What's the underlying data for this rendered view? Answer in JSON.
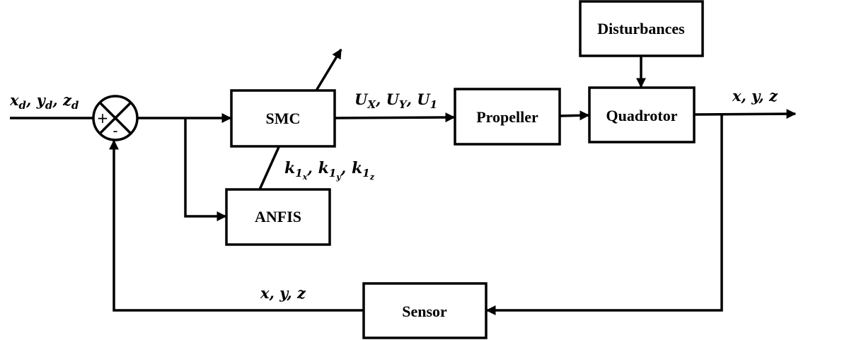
{
  "blocks": {
    "smc": "SMC",
    "anfis": "ANFIS",
    "propeller": "Propeller",
    "quadrotor": "Quadrotor",
    "disturbances": "Disturbances",
    "sensor": "Sensor"
  },
  "summing_junction": {
    "plus": "+",
    "minus": "-"
  },
  "signals": {
    "input": {
      "x": "x",
      "x_sub": "d",
      "y": "y",
      "y_sub": "d",
      "z": "z",
      "z_sub": "d"
    },
    "control": {
      "u1": "U",
      "u1_sub": "X",
      "u2": "U",
      "u2_sub": "Y",
      "u3": "U",
      "u3_sub": "1"
    },
    "gains": {
      "k": "k",
      "k_sub": "1",
      "sub_x": "x",
      "sub_y": "y",
      "sub_z": "z"
    },
    "output": "x, y, z",
    "feedback": "x, y, z"
  }
}
